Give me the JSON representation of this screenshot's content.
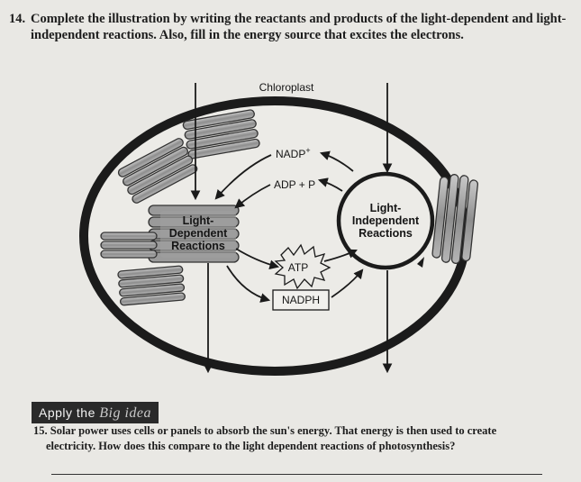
{
  "question14": {
    "number": "14.",
    "text": "Complete the illustration by writing the reactants and products of the light-dependent and light-independent reactions. Also, fill in the energy source that excites the electrons."
  },
  "diagram": {
    "title": "Chloroplast",
    "nadp": "NADP",
    "nadp_sup": "+",
    "adp": "ADP + P",
    "atp": "ATP",
    "nadph": "NADPH",
    "light_dependent": [
      "Light-",
      "Dependent",
      "Reactions"
    ],
    "light_independent": [
      "Light-",
      "Independent",
      "Reactions"
    ]
  },
  "apply_banner": {
    "prefix": "Apply the ",
    "big_idea": "Big idea"
  },
  "question15": {
    "number": "15.",
    "line1": "Solar power uses cells or panels to absorb the sun's energy. That energy is then used to create",
    "line2": "electricity. How does this compare to the light dependent reactions of photosynthesis?"
  }
}
